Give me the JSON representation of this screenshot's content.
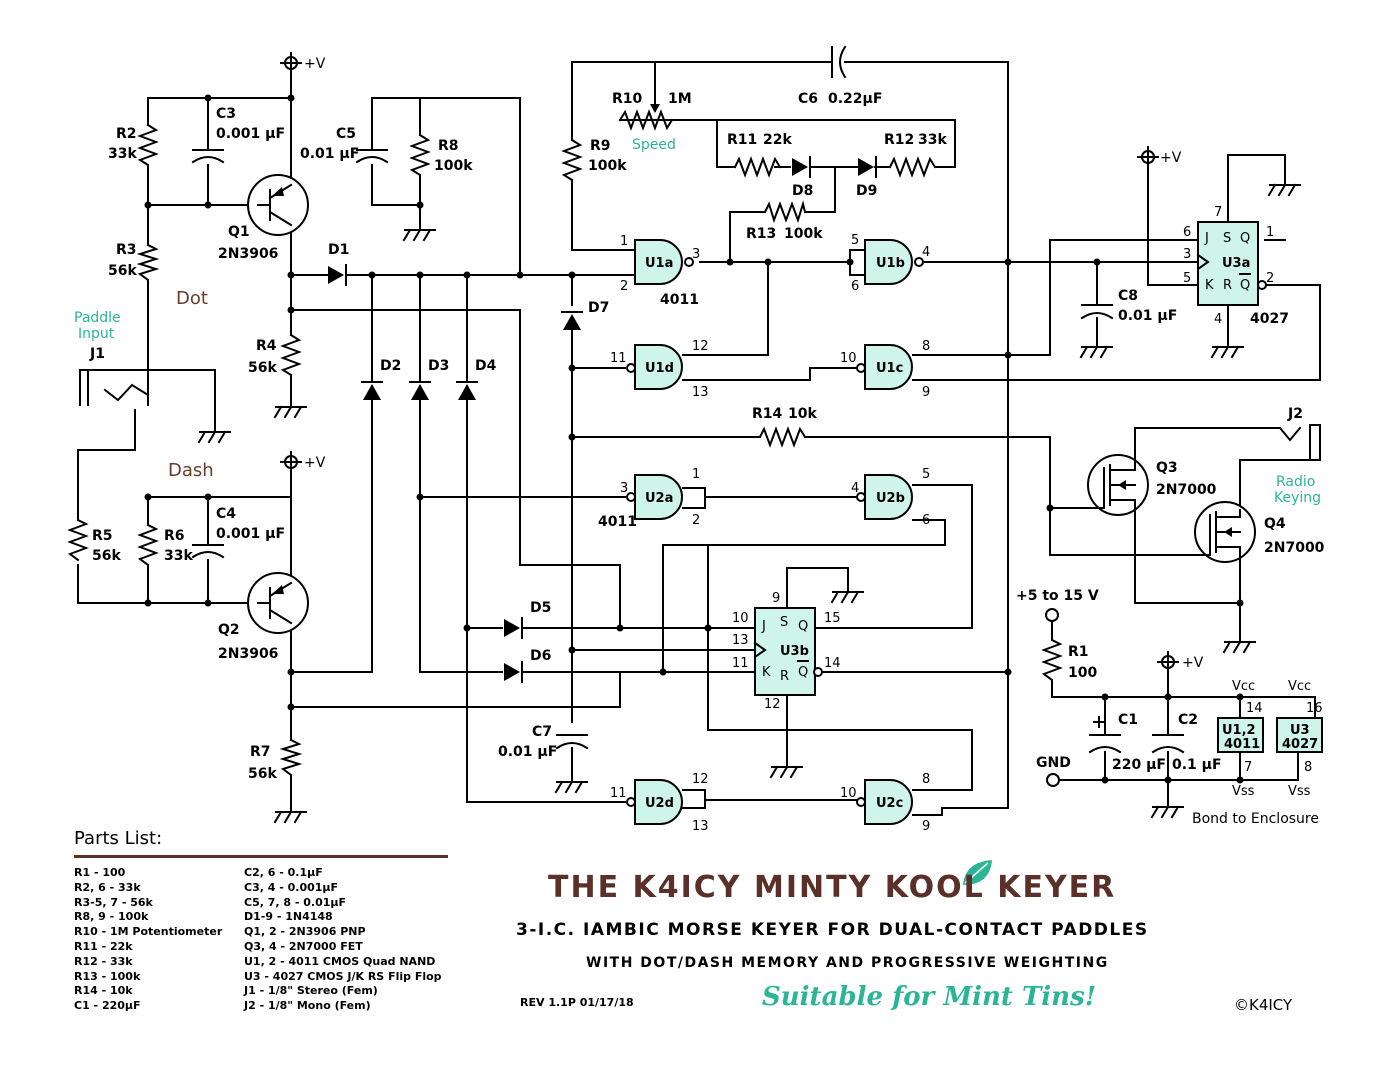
{
  "title": "THE K4ICY MINTY KOOL KEYER",
  "subtitle1": "3-I.C. IAMBIC MORSE KEYER FOR DUAL-CONTACT PADDLES",
  "subtitle2": "WITH DOT/DASH MEMORY AND PROGRESSIVE WEIGHTING",
  "revision": "REV 1.1P   01/17/18",
  "tagline": "Suitable for Mint Tins!",
  "copyright": "©K4ICY",
  "parts_list_title": "Parts List:",
  "parts_left": [
    "R1 - 100",
    "R2, 6 - 33k",
    "R3-5, 7 - 56k",
    "R8, 9 - 100k",
    "R10 - 1M Potentiometer",
    "R11 - 22k",
    "R12 - 33k",
    "R13 - 100k",
    "R14 - 10k",
    "C1 - 220µF"
  ],
  "parts_right": [
    "C2, 6 - 0.1µF",
    "C3, 4 - 0.001µF",
    "C5, 7, 8 - 0.01µF",
    "D1-9 - 1N4148",
    "Q1, 2 - 2N3906 PNP",
    "Q3, 4 - 2N7000 FET",
    "U1, 2 - 4011 CMOS Quad NAND",
    "U3 - 4027 CMOS J/K RS Flip Flop",
    "J1 - 1/8\" Stereo (Fem)",
    "J2 - 1/8\" Mono (Fem)"
  ],
  "colors": {
    "chip": "#cff4ea",
    "accent": "#2bb597",
    "brown": "#5a3028"
  },
  "labels": {
    "plus_v": "+V",
    "r2": "R2",
    "r2v": "33k",
    "c3": "C3",
    "c3v": "0.001 µF",
    "q1": "Q1",
    "q1v": "2N3906",
    "r3": "R3",
    "r3v": "56k",
    "dot": "Dot",
    "dash": "Dash",
    "paddle1": "Paddle",
    "paddle2": "Input",
    "j1": "J1",
    "r4": "R4",
    "r4v": "56k",
    "c5": "C5",
    "c5v": "0.01 µF",
    "r8": "R8",
    "r8v": "100k",
    "d1": "D1",
    "d2": "D2",
    "d3": "D3",
    "d4": "D4",
    "r5": "R5",
    "r5v": "56k",
    "r6": "R6",
    "r6v": "33k",
    "c4": "C4",
    "c4v": "0.001 µF",
    "q2": "Q2",
    "q2v": "2N3906",
    "r7": "R7",
    "r7v": "56k",
    "r9": "R9",
    "r9v": "100k",
    "r10": "R10",
    "r10v": "1M",
    "speed": "Speed",
    "c6": "C6",
    "c6v": "0.22µF",
    "r11": "R11",
    "r11v": "22k",
    "r12": "R12",
    "r12v": "33k",
    "d8": "D8",
    "d9": "D9",
    "r13": "R13",
    "r13v": "100k",
    "d7": "D7",
    "u1a": "U1a",
    "u1b": "U1b",
    "u1c": "U1c",
    "u1d": "U1d",
    "u2a": "U2a",
    "u2b": "U2b",
    "u2c": "U2c",
    "u2d": "U2d",
    "u3a": "U3a",
    "u3b": "U3b",
    "ic4011": "4011",
    "ic4027": "4027",
    "c8": "C8",
    "c8v": "0.01 µF",
    "r14": "R14",
    "r14v": "10k",
    "j2": "J2",
    "radio1": "Radio",
    "radio2": "Keying",
    "q3": "Q3",
    "q3v": "2N7000",
    "q4": "Q4",
    "q4v": "2N7000",
    "d5": "D5",
    "d6": "D6",
    "c7": "C7",
    "c7v": "0.01 µF",
    "supply": "+5 to 15 V",
    "r1": "R1",
    "r1v": "100",
    "c1": "C1",
    "c1v": "220 µF",
    "c2": "C2",
    "c2v": "0.1 µF",
    "gnd": "GND",
    "vcc": "Vcc",
    "vss": "Vss",
    "u12": "U1,2",
    "u3": "U3",
    "bond": "Bond to Enclosure"
  }
}
